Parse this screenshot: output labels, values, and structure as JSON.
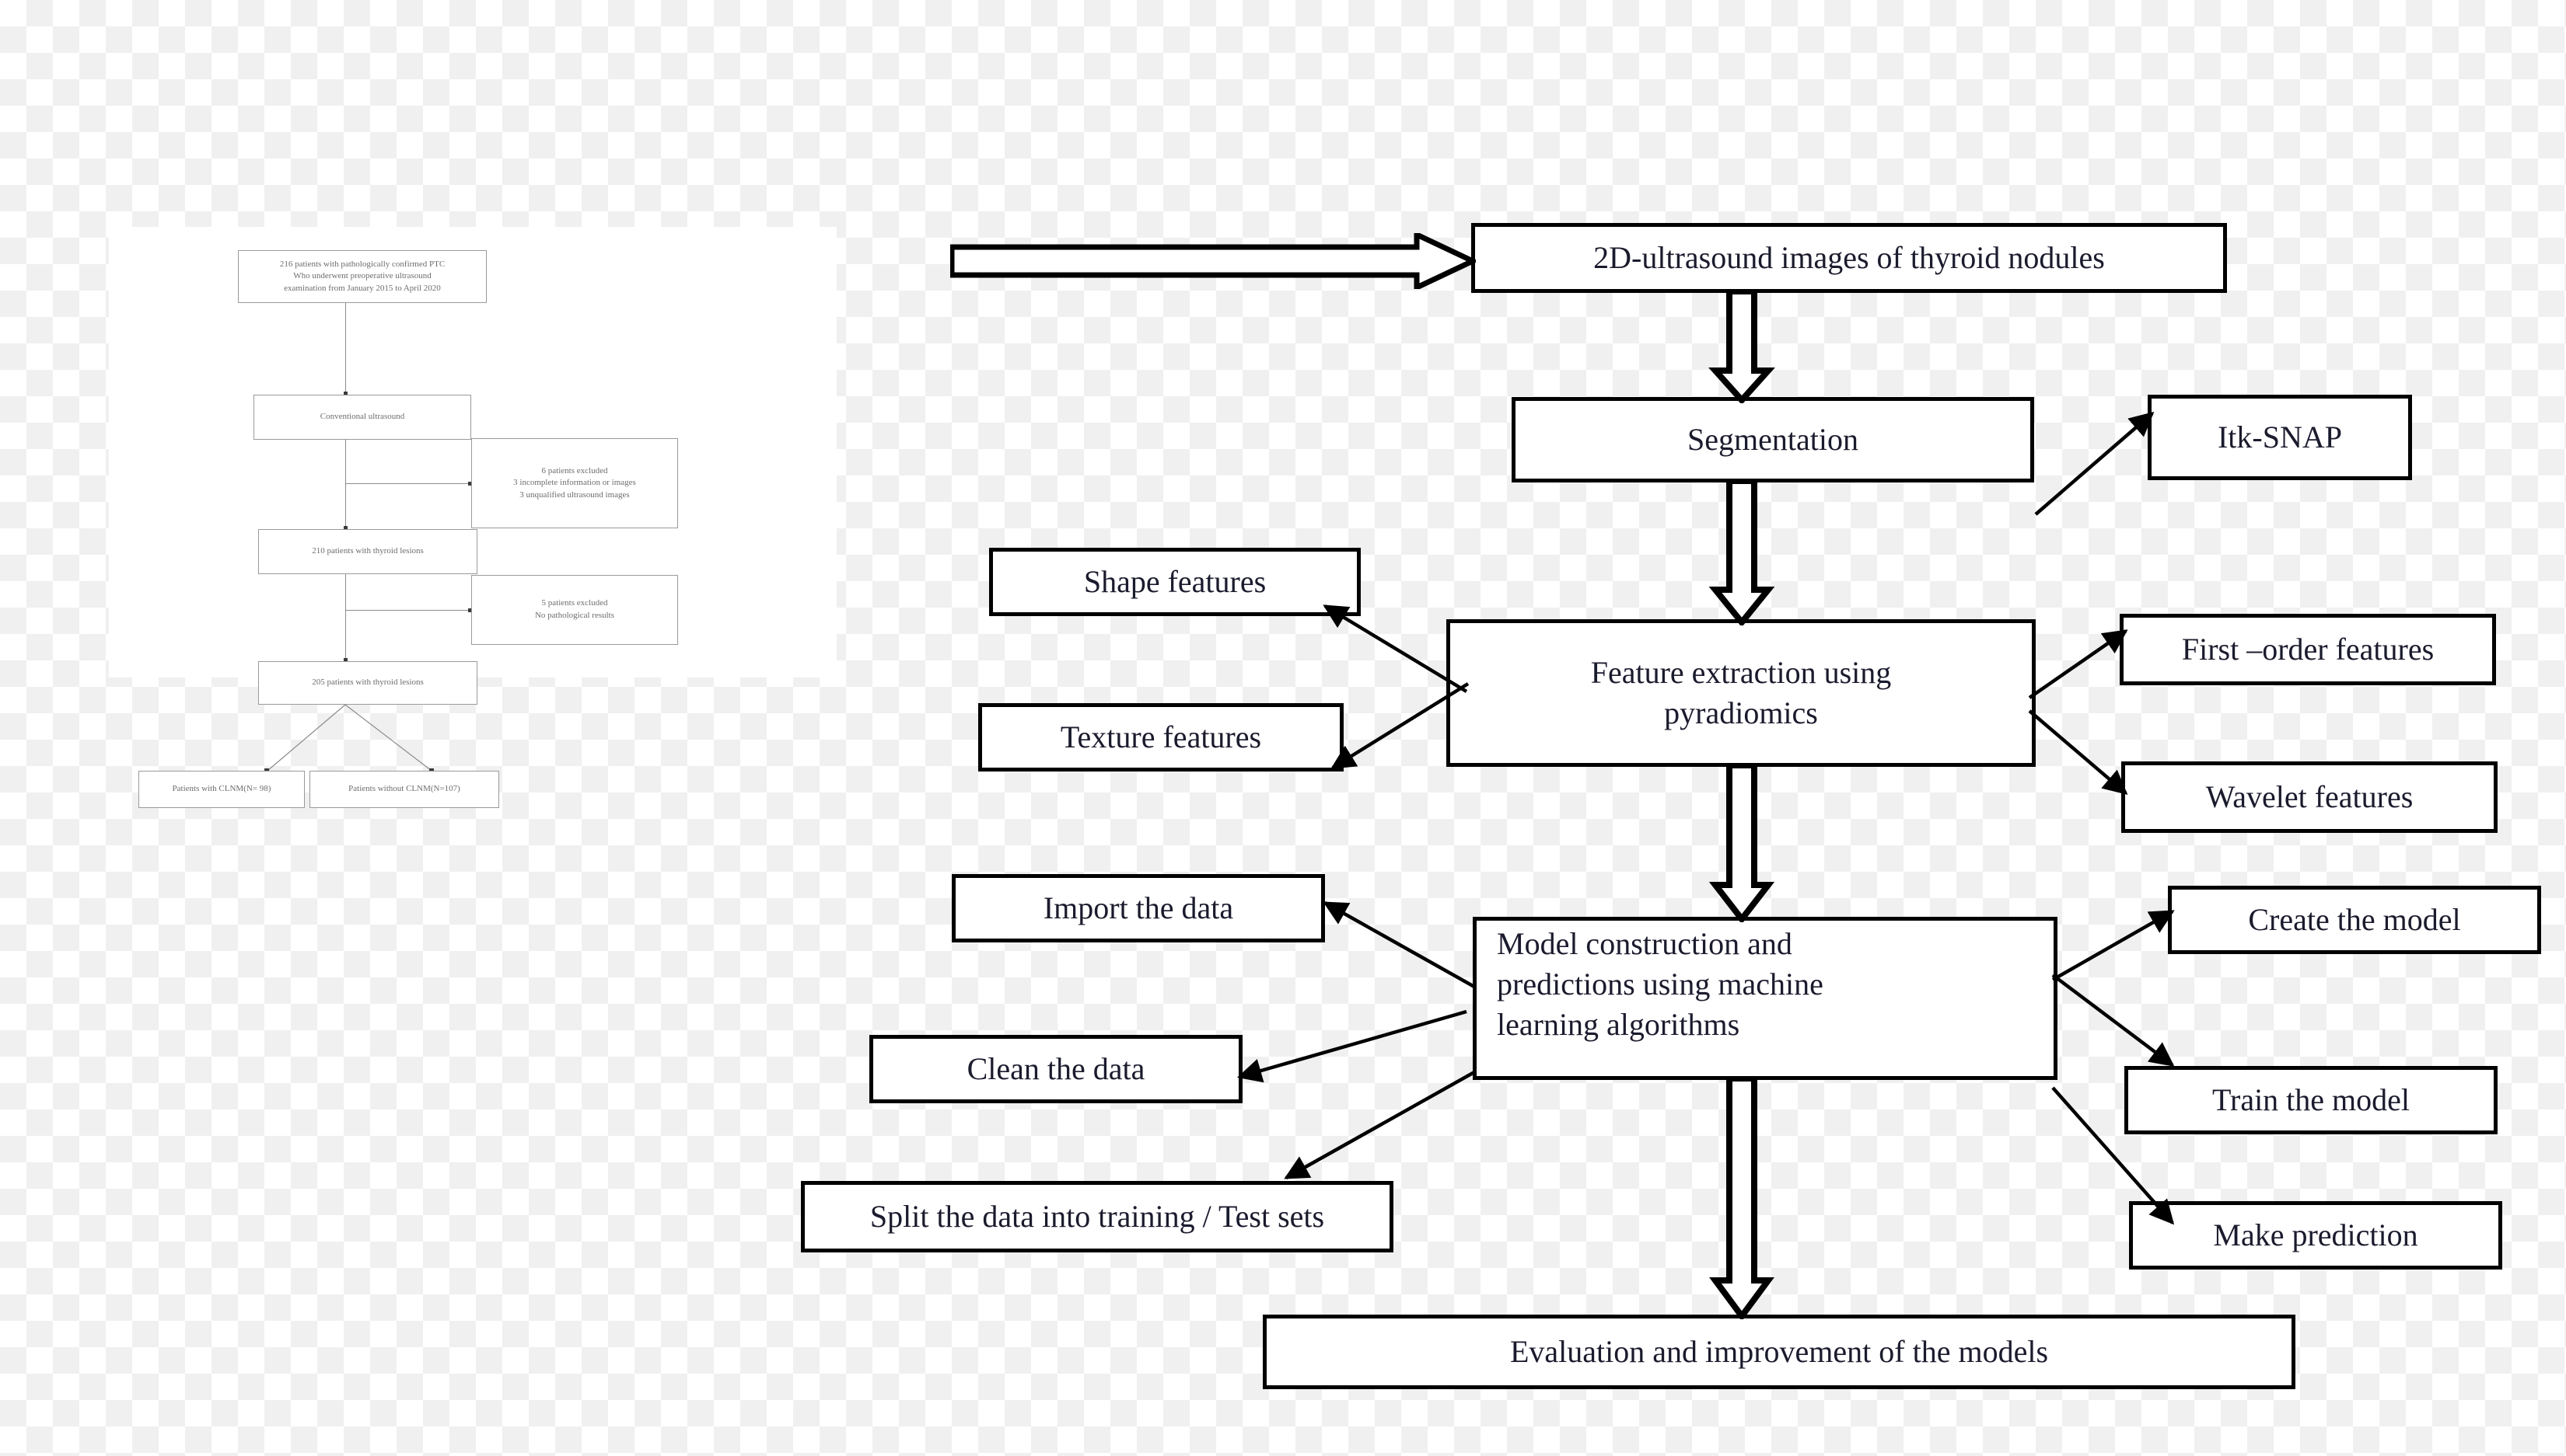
{
  "inset": {
    "boxes": [
      {
        "id": "enrolled",
        "lines": [
          "216 patients with pathologically confirmed PTC",
          "Who underwent preoperative ultrasound",
          "examination from January 2015 to April 2020"
        ]
      },
      {
        "id": "conventional-ultrasound",
        "lines": [
          "Conventional ultrasound"
        ]
      },
      {
        "id": "excluded-6",
        "lines": [
          "6 patients excluded",
          "3 incomplete information or images",
          "3 unqualified ultrasound images"
        ]
      },
      {
        "id": "lesions-210",
        "lines": [
          "210 patients with thyroid lesions"
        ]
      },
      {
        "id": "excluded-5",
        "lines": [
          "5 patients excluded",
          "No pathological results"
        ]
      },
      {
        "id": "lesions-205",
        "lines": [
          "205 patients with thyroid lesions"
        ]
      },
      {
        "id": "with-clnm",
        "lines": [
          "Patients with CLNM(N= 98)"
        ]
      },
      {
        "id": "without-clnm",
        "lines": [
          "Patients without CLNM(N=107)"
        ]
      }
    ]
  },
  "main": {
    "nodes": {
      "ultrasound_images": "2D-ultrasound images of thyroid nodules",
      "segmentation": "Segmentation",
      "itk_snap": "Itk-SNAP",
      "shape_features": "Shape features",
      "texture_features": "Texture features",
      "feature_extraction_line1": "Feature extraction using",
      "feature_extraction_line2": "pyradiomics",
      "first_order_features": "First –order features",
      "wavelet_features": "Wavelet features",
      "import_data": "Import the data",
      "clean_data": "Clean the data",
      "split_data": "Split the data into training / Test sets",
      "model_line1": "Model construction and",
      "model_line2": "predictions using machine",
      "model_line3": "learning algorithms",
      "create_model": "Create the model",
      "train_model": "Train the model",
      "make_prediction": "Make prediction",
      "evaluation": "Evaluation and improvement of the models"
    }
  },
  "colors": {
    "node_border": "#000000",
    "node_text": "#1b1b2e",
    "node_fill": "#ffffff",
    "inset_border": "#9a9a9a",
    "inset_text": "#6d6d6d",
    "arrow": "#000000"
  }
}
